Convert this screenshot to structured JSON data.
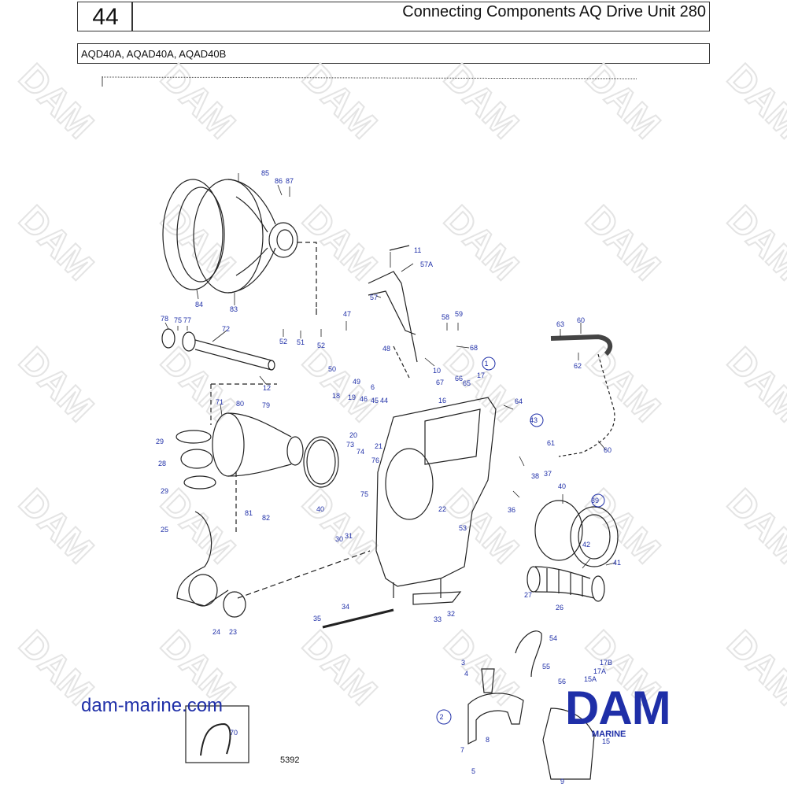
{
  "header": {
    "page_number": "44",
    "title": "Connecting Components AQ Drive Unit 280",
    "models": "AQD40A, AQAD40A, AQAD40B"
  },
  "footer": {
    "website": "dam-marine.com",
    "drawing_number": "5392",
    "logo": {
      "text": "DAM",
      "subtext": "MARINE"
    }
  },
  "watermark": "DAM",
  "colors": {
    "label": "#1f2fa8",
    "line": "#222222",
    "brand": "#1f2fa8"
  },
  "inset_label": "70",
  "part_labels": [
    {
      "id": "85",
      "text": "85"
    },
    {
      "id": "86",
      "text": "86"
    },
    {
      "id": "87",
      "text": "87"
    },
    {
      "id": "84",
      "text": "84"
    },
    {
      "id": "83",
      "text": "83"
    },
    {
      "id": "11",
      "text": "11"
    },
    {
      "id": "57A",
      "text": "57A"
    },
    {
      "id": "57",
      "text": "57"
    },
    {
      "id": "78",
      "text": "78"
    },
    {
      "id": "75a",
      "text": "75"
    },
    {
      "id": "77",
      "text": "77"
    },
    {
      "id": "72",
      "text": "72"
    },
    {
      "id": "52a",
      "text": "52"
    },
    {
      "id": "51",
      "text": "51"
    },
    {
      "id": "52b",
      "text": "52"
    },
    {
      "id": "47",
      "text": "47"
    },
    {
      "id": "58",
      "text": "58"
    },
    {
      "id": "59",
      "text": "59"
    },
    {
      "id": "68",
      "text": "68"
    },
    {
      "id": "63",
      "text": "63"
    },
    {
      "id": "60a",
      "text": "60"
    },
    {
      "id": "62",
      "text": "62"
    },
    {
      "id": "50",
      "text": "50"
    },
    {
      "id": "49",
      "text": "49"
    },
    {
      "id": "48",
      "text": "48"
    },
    {
      "id": "6",
      "text": "6"
    },
    {
      "id": "10",
      "text": "10"
    },
    {
      "id": "12",
      "text": "12"
    },
    {
      "id": "67",
      "text": "67"
    },
    {
      "id": "66",
      "text": "66"
    },
    {
      "id": "65",
      "text": "65"
    },
    {
      "id": "17",
      "text": "17"
    },
    {
      "id": "1",
      "text": "1"
    },
    {
      "id": "16",
      "text": "16"
    },
    {
      "id": "64",
      "text": "64"
    },
    {
      "id": "18",
      "text": "18"
    },
    {
      "id": "19",
      "text": "19"
    },
    {
      "id": "46",
      "text": "46"
    },
    {
      "id": "45",
      "text": "45"
    },
    {
      "id": "44",
      "text": "44"
    },
    {
      "id": "71",
      "text": "71"
    },
    {
      "id": "80",
      "text": "80"
    },
    {
      "id": "79",
      "text": "79"
    },
    {
      "id": "43",
      "text": "43"
    },
    {
      "id": "29a",
      "text": "29"
    },
    {
      "id": "20",
      "text": "20"
    },
    {
      "id": "21",
      "text": "21"
    },
    {
      "id": "73",
      "text": "73"
    },
    {
      "id": "74",
      "text": "74"
    },
    {
      "id": "76",
      "text": "76"
    },
    {
      "id": "61",
      "text": "61"
    },
    {
      "id": "60b",
      "text": "60"
    },
    {
      "id": "28",
      "text": "28"
    },
    {
      "id": "29b",
      "text": "29"
    },
    {
      "id": "75b",
      "text": "75"
    },
    {
      "id": "38",
      "text": "38"
    },
    {
      "id": "37",
      "text": "37"
    },
    {
      "id": "40a",
      "text": "40"
    },
    {
      "id": "81",
      "text": "81"
    },
    {
      "id": "82",
      "text": "82"
    },
    {
      "id": "40b",
      "text": "40"
    },
    {
      "id": "36",
      "text": "36"
    },
    {
      "id": "39",
      "text": "39"
    },
    {
      "id": "22",
      "text": "22"
    },
    {
      "id": "25",
      "text": "25"
    },
    {
      "id": "30",
      "text": "30"
    },
    {
      "id": "31",
      "text": "31"
    },
    {
      "id": "53",
      "text": "53"
    },
    {
      "id": "42",
      "text": "42"
    },
    {
      "id": "41",
      "text": "41"
    },
    {
      "id": "27",
      "text": "27"
    },
    {
      "id": "26",
      "text": "26"
    },
    {
      "id": "34",
      "text": "34"
    },
    {
      "id": "35",
      "text": "35"
    },
    {
      "id": "32",
      "text": "32"
    },
    {
      "id": "33",
      "text": "33"
    },
    {
      "id": "24",
      "text": "24"
    },
    {
      "id": "23",
      "text": "23"
    },
    {
      "id": "54",
      "text": "54"
    },
    {
      "id": "3",
      "text": "3"
    },
    {
      "id": "4",
      "text": "4"
    },
    {
      "id": "55",
      "text": "55"
    },
    {
      "id": "17B",
      "text": "17B"
    },
    {
      "id": "17A",
      "text": "17A"
    },
    {
      "id": "15A",
      "text": "15A"
    },
    {
      "id": "56",
      "text": "56"
    },
    {
      "id": "2",
      "text": "2"
    },
    {
      "id": "8",
      "text": "8"
    },
    {
      "id": "7",
      "text": "7"
    },
    {
      "id": "5",
      "text": "5"
    },
    {
      "id": "15",
      "text": "15"
    },
    {
      "id": "9",
      "text": "9"
    }
  ]
}
